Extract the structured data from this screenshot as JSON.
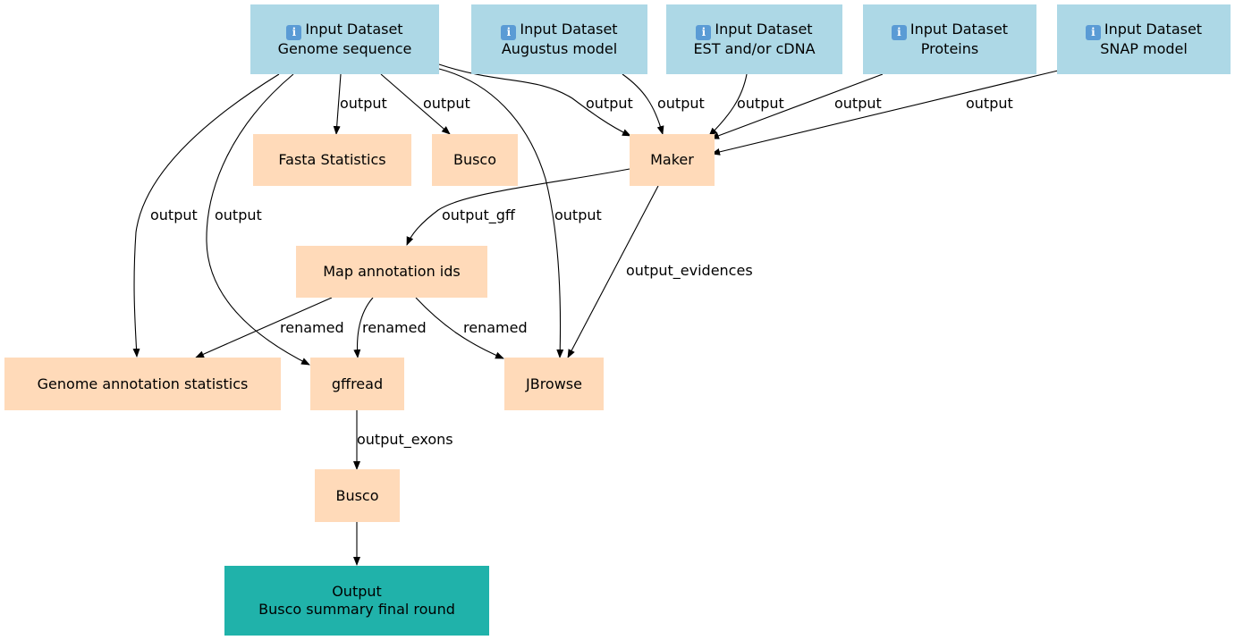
{
  "inputs": {
    "genome": {
      "line1": "Input Dataset",
      "line2": "Genome sequence",
      "icon": "info-icon"
    },
    "augustus": {
      "line1": "Input Dataset",
      "line2": "Augustus model",
      "icon": "info-icon"
    },
    "est": {
      "line1": "Input Dataset",
      "line2": "EST and/or cDNA",
      "icon": "info-icon"
    },
    "proteins": {
      "line1": "Input Dataset",
      "line2": "Proteins",
      "icon": "info-icon"
    },
    "snap": {
      "line1": "Input Dataset",
      "line2": "SNAP model",
      "icon": "info-icon"
    }
  },
  "steps": {
    "fasta_statistics": "Fasta Statistics",
    "busco_genome": "Busco",
    "maker": "Maker",
    "map_ids": "Map annotation ids",
    "genome_annotation_statistics": "Genome annotation statistics",
    "gffread": "gffread",
    "jbrowse": "JBrowse",
    "busco_final": "Busco"
  },
  "final_output": {
    "line1": "Output",
    "line2": "Busco summary final round"
  },
  "edge_labels": {
    "output": "output",
    "output_gff": "output_gff",
    "output_evidences": "output_evidences",
    "renamed": "renamed",
    "output_exons": "output_exons"
  },
  "colors": {
    "input_node": "#add8e6",
    "step_node": "#ffdab9",
    "output_node": "#20b2aa",
    "edge": "#000000"
  }
}
